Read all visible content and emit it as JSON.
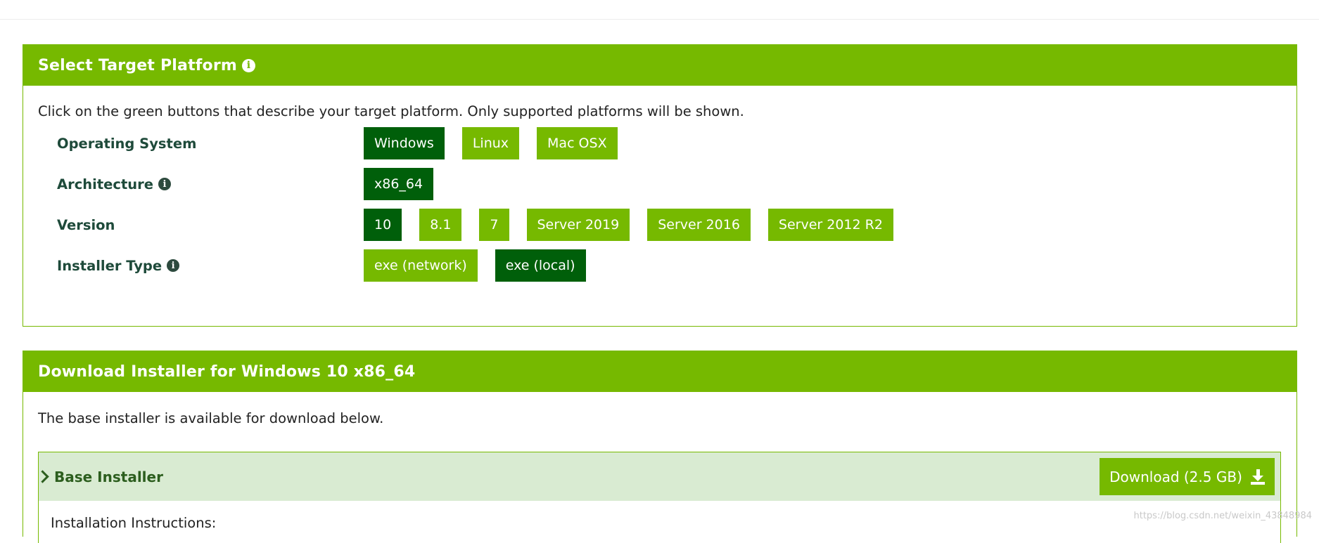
{
  "platform_panel": {
    "title": "Select Target Platform",
    "description": "Click on the green buttons that describe your target platform. Only supported platforms will be shown.",
    "rows": [
      {
        "label": "Operating System",
        "info": false,
        "options": [
          {
            "label": "Windows",
            "selected": true
          },
          {
            "label": "Linux",
            "selected": false
          },
          {
            "label": "Mac OSX",
            "selected": false
          }
        ]
      },
      {
        "label": "Architecture",
        "info": true,
        "options": [
          {
            "label": "x86_64",
            "selected": true
          }
        ]
      },
      {
        "label": "Version",
        "info": false,
        "options": [
          {
            "label": "10",
            "selected": true
          },
          {
            "label": "8.1",
            "selected": false
          },
          {
            "label": "7",
            "selected": false
          },
          {
            "label": "Server 2019",
            "selected": false
          },
          {
            "label": "Server 2016",
            "selected": false
          },
          {
            "label": "Server 2012 R2",
            "selected": false
          }
        ]
      },
      {
        "label": "Installer Type",
        "info": true,
        "options": [
          {
            "label": "exe (network)",
            "selected": false
          },
          {
            "label": "exe (local)",
            "selected": true
          }
        ]
      }
    ]
  },
  "download_panel": {
    "title": "Download Installer for Windows 10 x86_64",
    "description": "The base installer is available for download below.",
    "base_installer": {
      "title": "Base Installer",
      "download_label": "Download (2.5 GB)",
      "instructions_label": "Installation Instructions:"
    }
  },
  "watermark": "https://blog.csdn.net/weixin_43848984",
  "colors": {
    "accent": "#76b900",
    "selected": "#005f0a",
    "label": "#1e4a3a",
    "base_bg": "#d9ebd2"
  }
}
